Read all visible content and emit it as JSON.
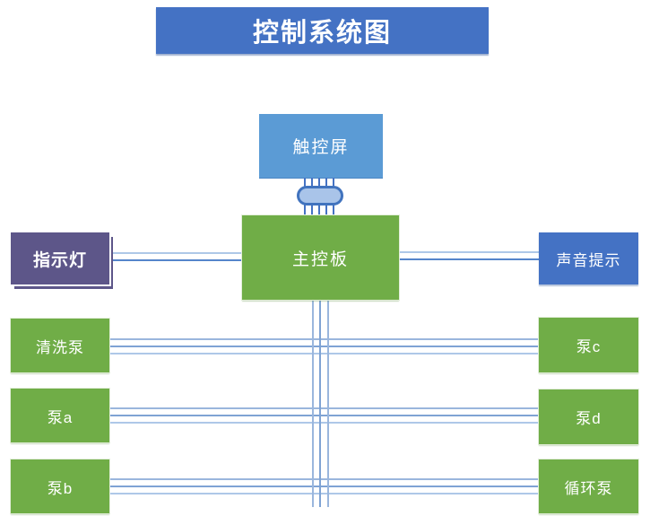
{
  "diagram": {
    "title": "控制系统图",
    "nodes": {
      "touchscreen": {
        "label": "触控屏",
        "color": "#5B9BD5"
      },
      "mainboard": {
        "label": "主控板",
        "color": "#70AD47"
      },
      "indicator_light": {
        "label": "指示灯",
        "color": "#5D5689"
      },
      "sound_alert": {
        "label": "声音提示",
        "color": "#4472C4"
      },
      "wash_pump": {
        "label": "清洗泵",
        "color": "#70AD47"
      },
      "pump_a": {
        "label": "泵a",
        "color": "#70AD47"
      },
      "pump_b": {
        "label": "泵b",
        "color": "#70AD47"
      },
      "pump_c": {
        "label": "泵c",
        "color": "#70AD47"
      },
      "pump_d": {
        "label": "泵d",
        "color": "#70AD47"
      },
      "circulation_pump": {
        "label": "循环泵",
        "color": "#70AD47"
      }
    },
    "connections": [
      {
        "from": "touchscreen",
        "to": "mainboard",
        "wires": 5,
        "via": "oval-bus-connector"
      },
      {
        "from": "indicator_light",
        "to": "mainboard",
        "wires": 2
      },
      {
        "from": "mainboard",
        "to": "sound_alert",
        "wires": 2
      },
      {
        "from": "wash_pump",
        "to": "pump_c",
        "wires": 3
      },
      {
        "from": "pump_a",
        "to": "pump_d",
        "wires": 3
      },
      {
        "from": "pump_b",
        "to": "circulation_pump",
        "wires": 3
      },
      {
        "from": "mainboard",
        "to": "bottom-bus",
        "wires": 3
      }
    ],
    "colors": {
      "title_bg": "#4472C4",
      "wire_dark": "#4472C4",
      "wire_medium": "#7FA3D4",
      "wire_light": "#AEC8E8",
      "oval_fill": "#A9C4E9",
      "oval_stroke": "#4173BE"
    }
  }
}
